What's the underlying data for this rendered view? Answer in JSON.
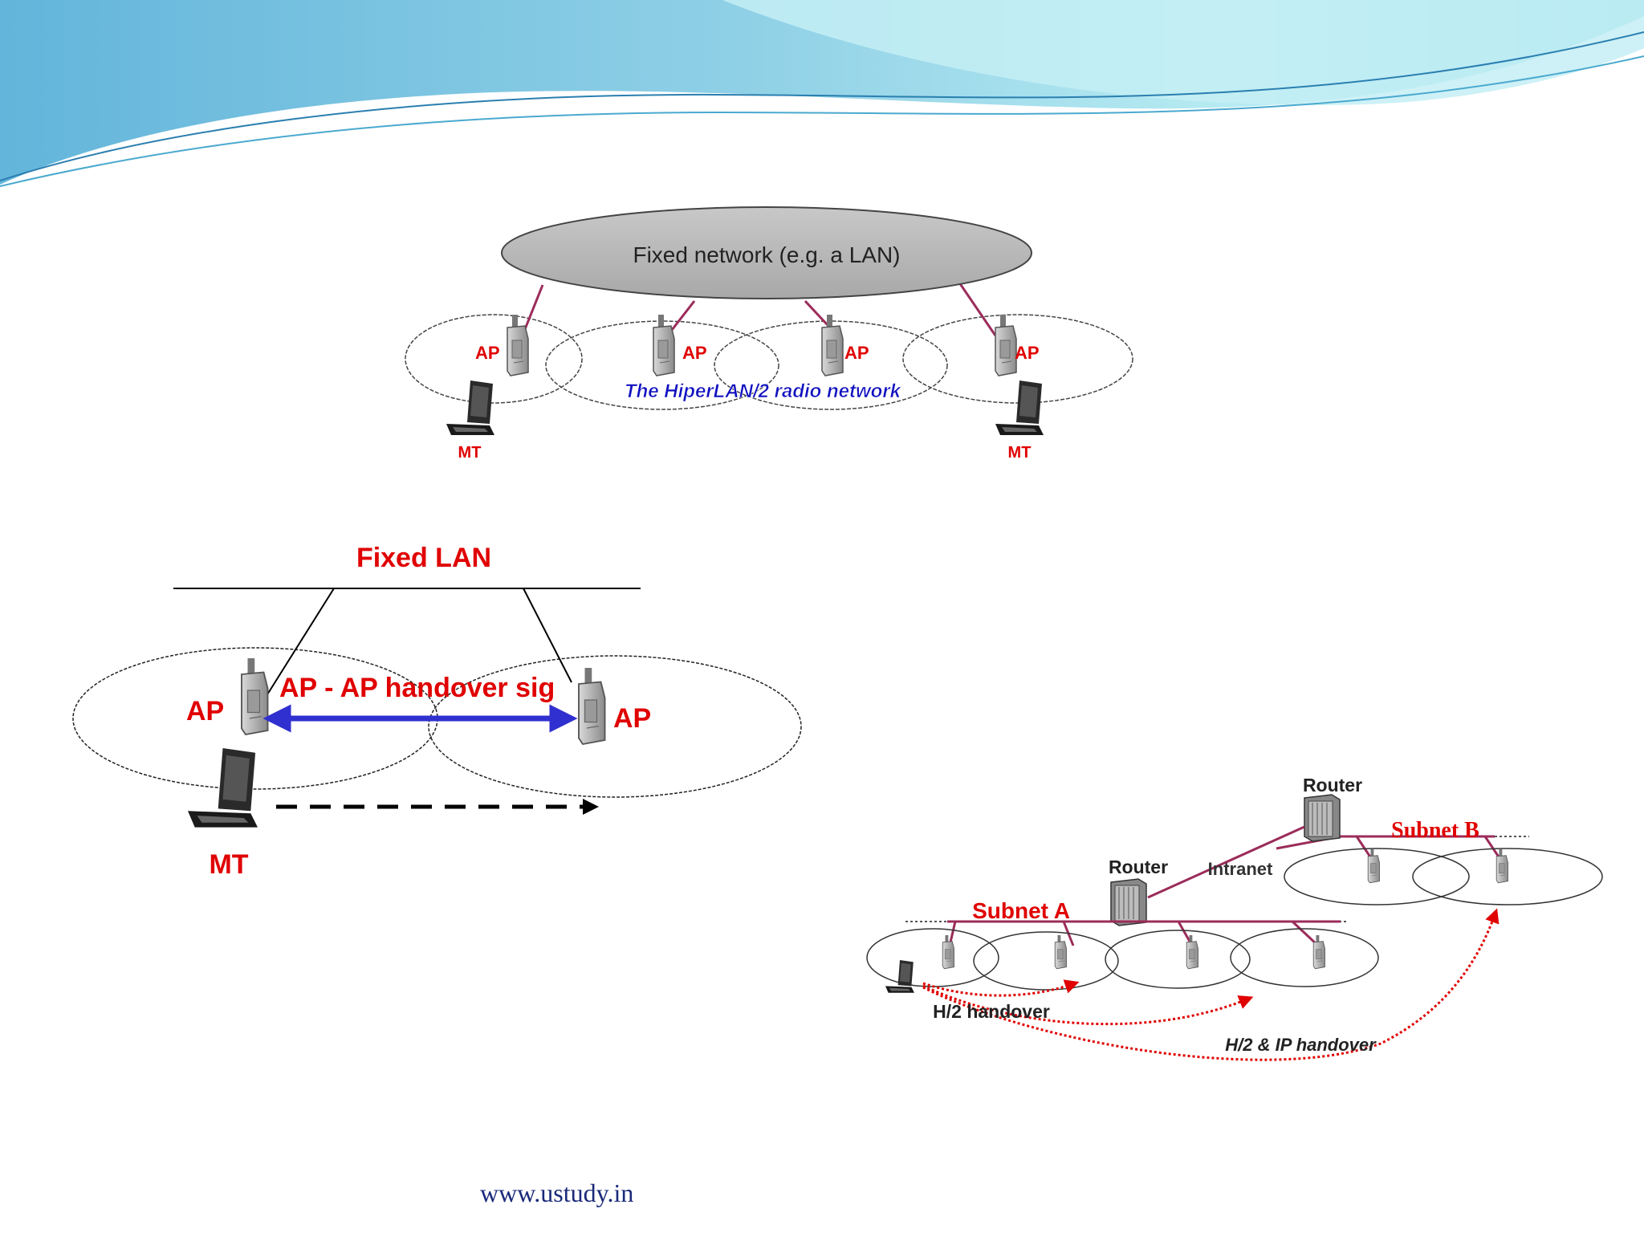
{
  "colors": {
    "header_light": "#b9ecf2",
    "header_mid": "#7fd3e6",
    "header_dark": "#5aa9d6",
    "label_red": "#e00000",
    "link_pink": "#9b2c5a",
    "arrow_blue": "#3030d0",
    "ellipse_gray": "#9a9a9a"
  },
  "icons": {
    "access_point": "access-point-icon",
    "laptop": "laptop-icon",
    "router": "router-icon"
  },
  "diagram1": {
    "cloud_label": "Fixed network (e.g. a LAN)",
    "ap_labels": [
      "AP",
      "AP",
      "AP",
      "AP"
    ],
    "radio_network_label": "The HiperLAN/2 radio network",
    "mt_labels": [
      "MT",
      "MT"
    ]
  },
  "diagram2": {
    "lan_label": "Fixed LAN",
    "ap_left": "AP",
    "ap_right": "AP",
    "handover_label": "AP - AP handover sig",
    "mt_label": "MT"
  },
  "diagram3": {
    "router_top": "Router",
    "router_mid": "Router",
    "intranet": "Intranet",
    "subnet_a": "Subnet A",
    "subnet_b": "Subnet B",
    "h2_handover": "H/2 handover",
    "h2_ip_handover": "H/2 & IP handover"
  },
  "footer": {
    "url": "www.ustudy.in"
  }
}
